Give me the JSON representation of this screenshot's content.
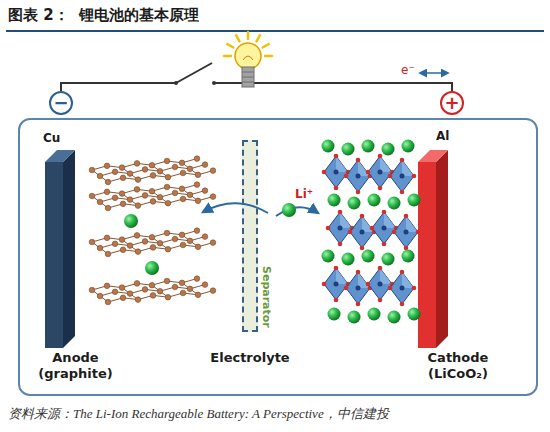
{
  "diagram": {
    "title": "图表 2：  锂电池的基本原理",
    "caption": "资料来源：The Li-Ion Rechargeable Battery: A Perspective，中信建投",
    "nodes": [
      {
        "text": [
          "−"
        ]
      },
      {
        "text": [
          "+"
        ]
      },
      {
        "text": [
          "Electrolyte"
        ]
      },
      {
        "text": [
          "Cu",
          "Anode (graphite)"
        ],
        "in": 2
      },
      {
        "text": [
          "Separator"
        ],
        "in": 2
      },
      {
        "text": [
          "Al",
          "Cathode (LiCoO₂)"
        ],
        "in": 2
      }
    ],
    "edges": [
      {
        "from": 0,
        "to": 1,
        "arrow": "none"
      }
    ],
    "labels": [
      "e⁻",
      "Li⁺"
    ]
  }
}
